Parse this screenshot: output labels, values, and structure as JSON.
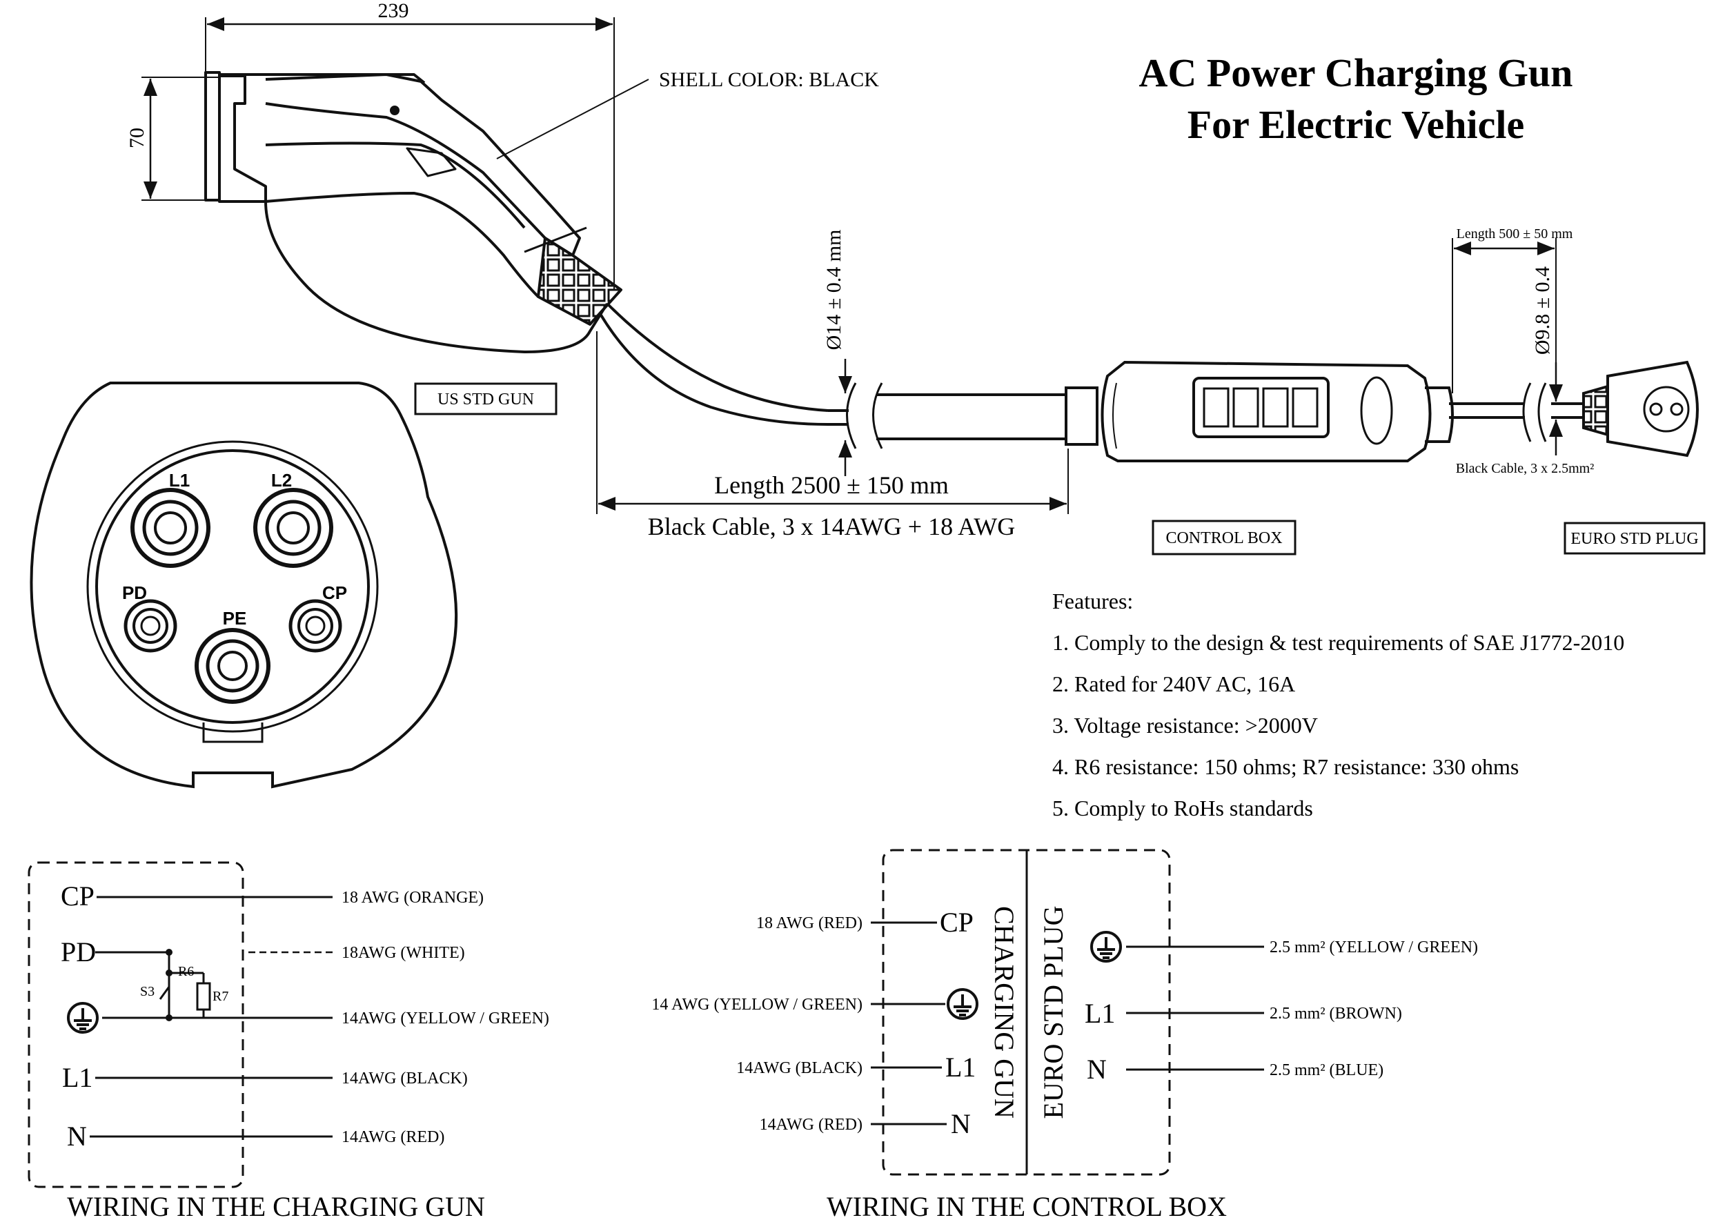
{
  "title": {
    "line1": "AC Power Charging Gun",
    "line2": "For Electric Vehicle"
  },
  "dimensions": {
    "gun_width": "239",
    "gun_height": "70",
    "cable_diameter": "Ø14 ± 0.4 mm",
    "plug_cable_diameter": "Ø9.8 ± 0.4",
    "plug_cable_length": "Length 500  ± 50 mm",
    "main_cable_length": "Length 2500  ± 150 mm",
    "main_cable_spec": "Black Cable, 3 x 14AWG + 18 AWG",
    "plug_cable_spec": "Black Cable, 3 x 2.5mm²"
  },
  "labels": {
    "shell_color": "SHELL COLOR: BLACK",
    "us_std_gun": "US STD GUN",
    "control_box": "CONTROL BOX",
    "euro_std_plug": "EURO STD PLUG"
  },
  "connector_pins": {
    "l1": "L1",
    "l2": "L2",
    "pd": "PD",
    "pe": "PE",
    "cp": "CP"
  },
  "features": {
    "heading": "Features:",
    "items": [
      "1. Comply to the design & test requirements of SAE J1772-2010",
      "2. Rated for 240V AC, 16A",
      "3. Voltage resistance: >2000V",
      "4. R6 resistance: 150 ohms; R7 resistance: 330 ohms",
      "5. Comply to RoHs standards"
    ]
  },
  "gun_wiring": {
    "caption": "WIRING IN THE CHARGING GUN",
    "terminals": {
      "cp": "CP",
      "pd": "PD",
      "l1": "L1",
      "n": "N"
    },
    "wires": {
      "cp": "18 AWG (ORANGE)",
      "pd": "18AWG (WHITE)",
      "ground": "14AWG (YELLOW / GREEN)",
      "l1": "14AWG (BLACK)",
      "n": "14AWG (RED)"
    },
    "components": {
      "r6": "R6",
      "r7": "R7",
      "s3": "S3"
    }
  },
  "box_wiring": {
    "caption": "WIRING IN THE CONTROL BOX",
    "left_panel_label": "CHARGING GUN",
    "right_panel_label": "EURO STD PLUG",
    "left_terminals": {
      "cp": "CP",
      "l1": "L1",
      "n": "N"
    },
    "right_terminals": {
      "l1": "L1",
      "n": "N"
    },
    "left_wires": {
      "cp": "18 AWG (RED)",
      "ground": "14 AWG (YELLOW / GREEN)",
      "l1": "14AWG (BLACK)",
      "n": "14AWG (RED)"
    },
    "right_wires": {
      "ground": "2.5 mm² (YELLOW / GREEN)",
      "l1": "2.5 mm² (BROWN)",
      "n": "2.5 mm² (BLUE)"
    }
  }
}
